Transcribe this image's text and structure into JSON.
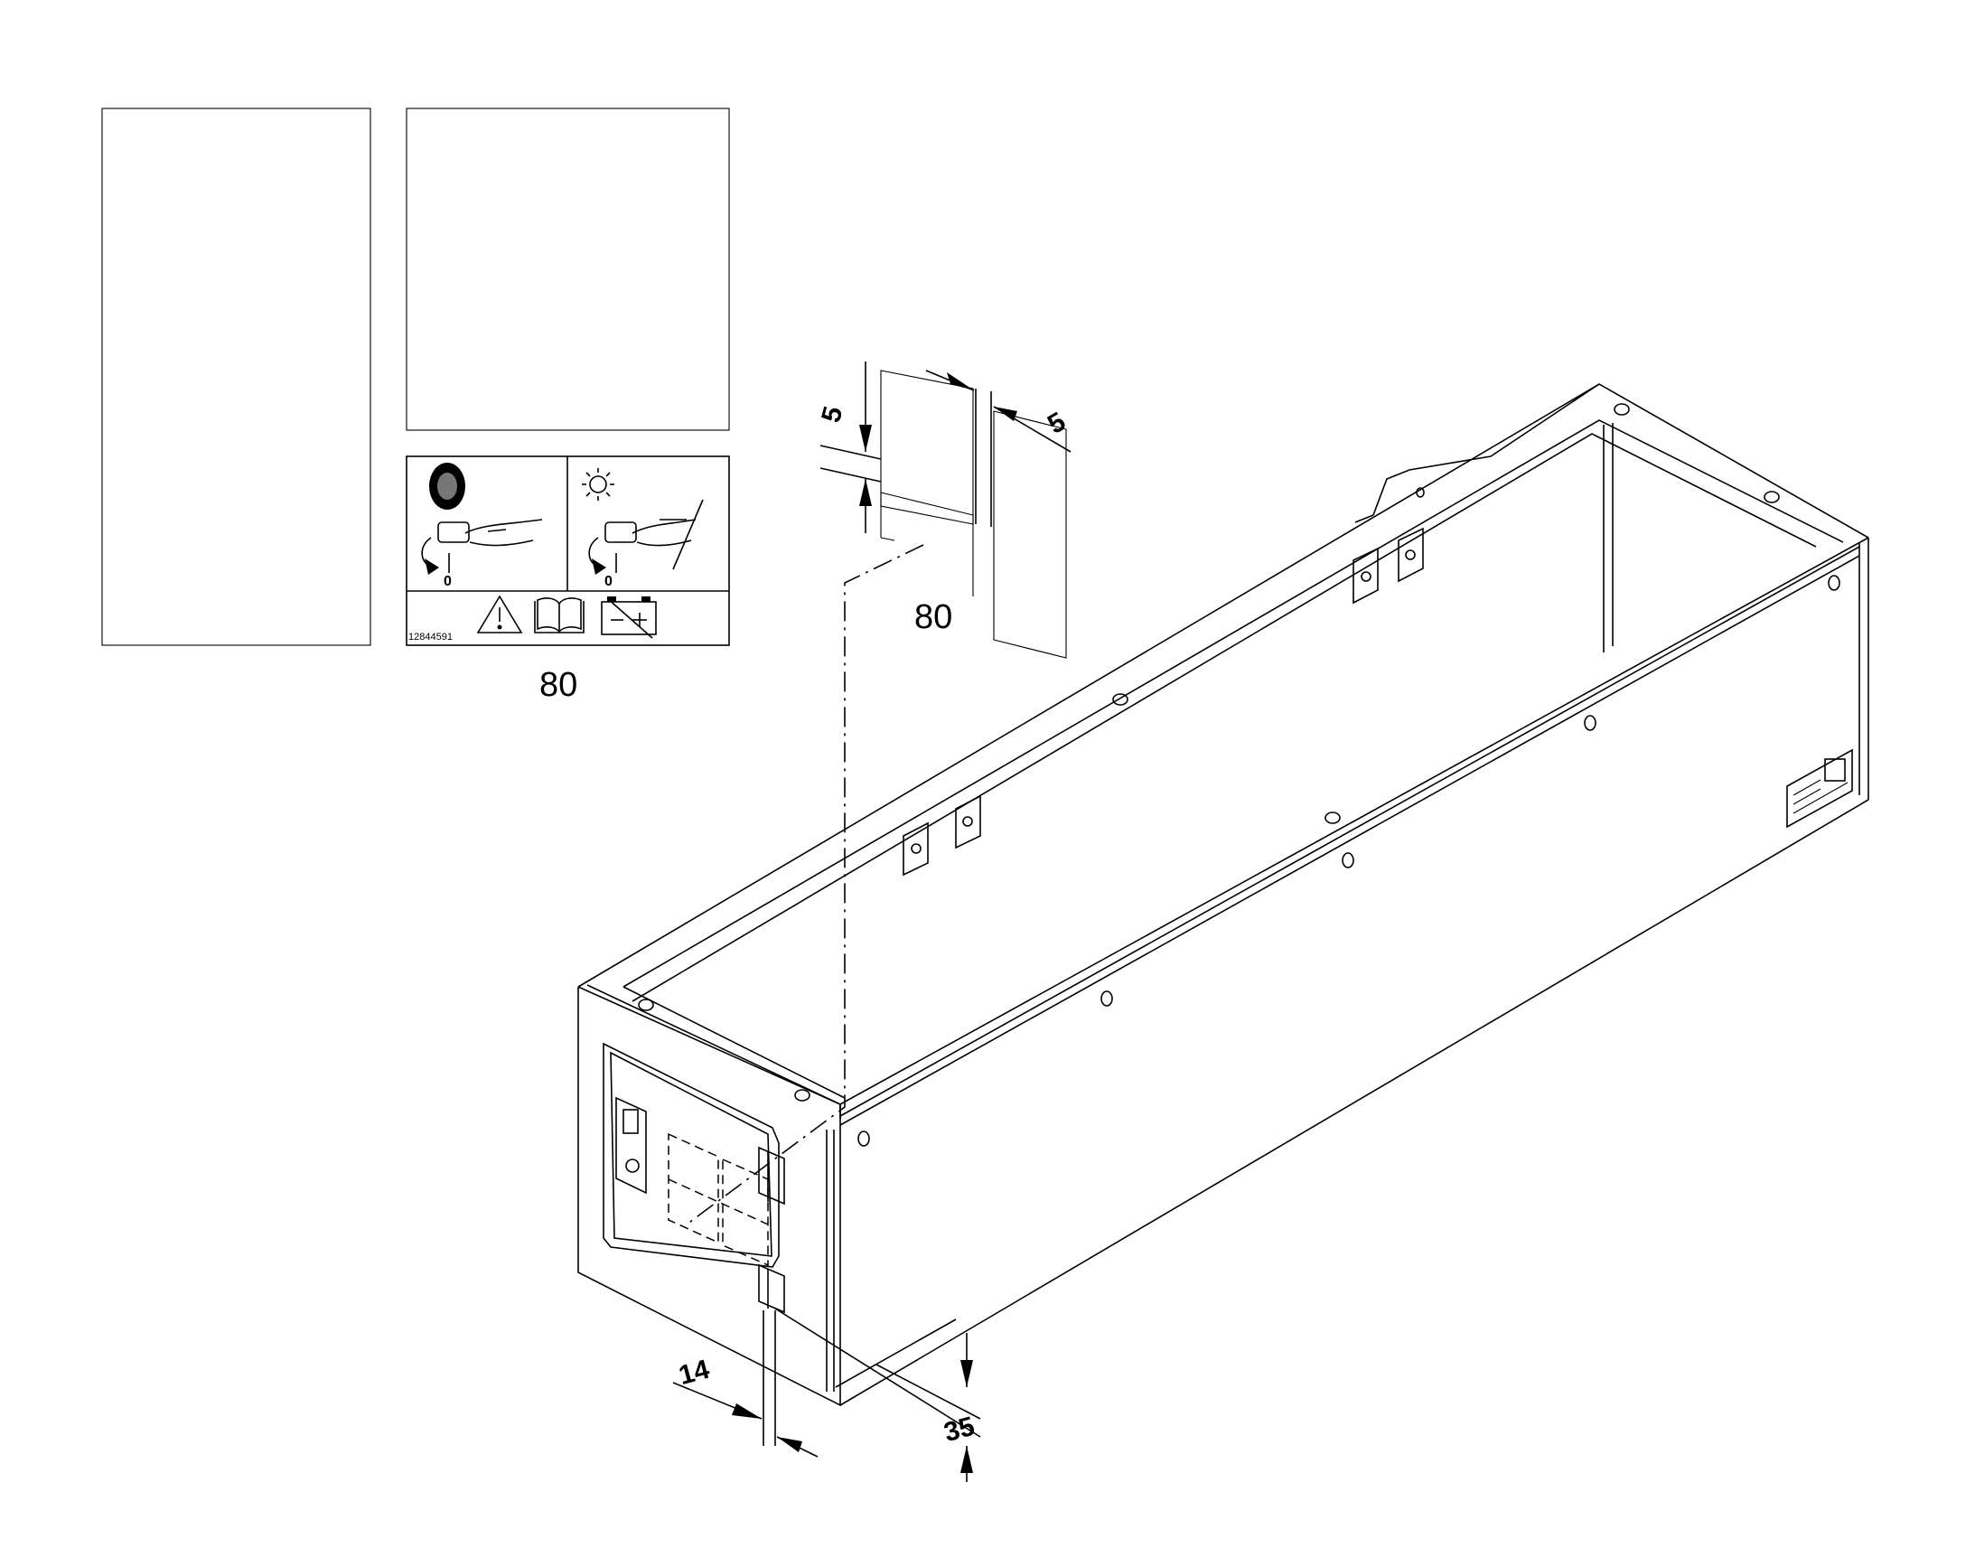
{
  "labels": {
    "part_number": "12844591",
    "lever_position": "0",
    "callout_decal": "80",
    "callout_position": "80"
  },
  "dimensions": {
    "top_edge_offset": "5",
    "side_edge_offset": "5",
    "hinge_offset": "14",
    "bottom_offset": "35"
  },
  "icons": {
    "emergency_switch": "emergency-stop-button-icon",
    "lamp": "lamp-icon",
    "hand": "hand-turning-key-icon",
    "prohibition": "cross-out-icon",
    "warning": "warning-triangle-icon",
    "manual": "open-book-icon",
    "battery": "battery-disconnect-icon"
  }
}
